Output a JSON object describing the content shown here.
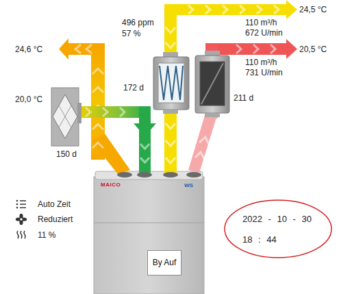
{
  "diagram": {
    "nodes": [
      {
        "text": [
          "MAICO",
          "WS"
        ]
      },
      {
        "text": [
          "By Auf"
        ],
        "in": 0
      },
      {
        "text": [
          "2022 - 10 - 30",
          "18 : 44"
        ]
      }
    ],
    "labels": [
      "24,5 °C",
      "496 ppm",
      "57 %",
      "110 m³/h",
      "672 U/min",
      "24,6 °C",
      "172 d",
      "20,5 °C",
      "110 m³/h",
      "731 U/min",
      "211 d",
      "20,0 °C",
      "150 d",
      "Auto Zeit",
      "Reduziert",
      "11 %"
    ]
  }
}
